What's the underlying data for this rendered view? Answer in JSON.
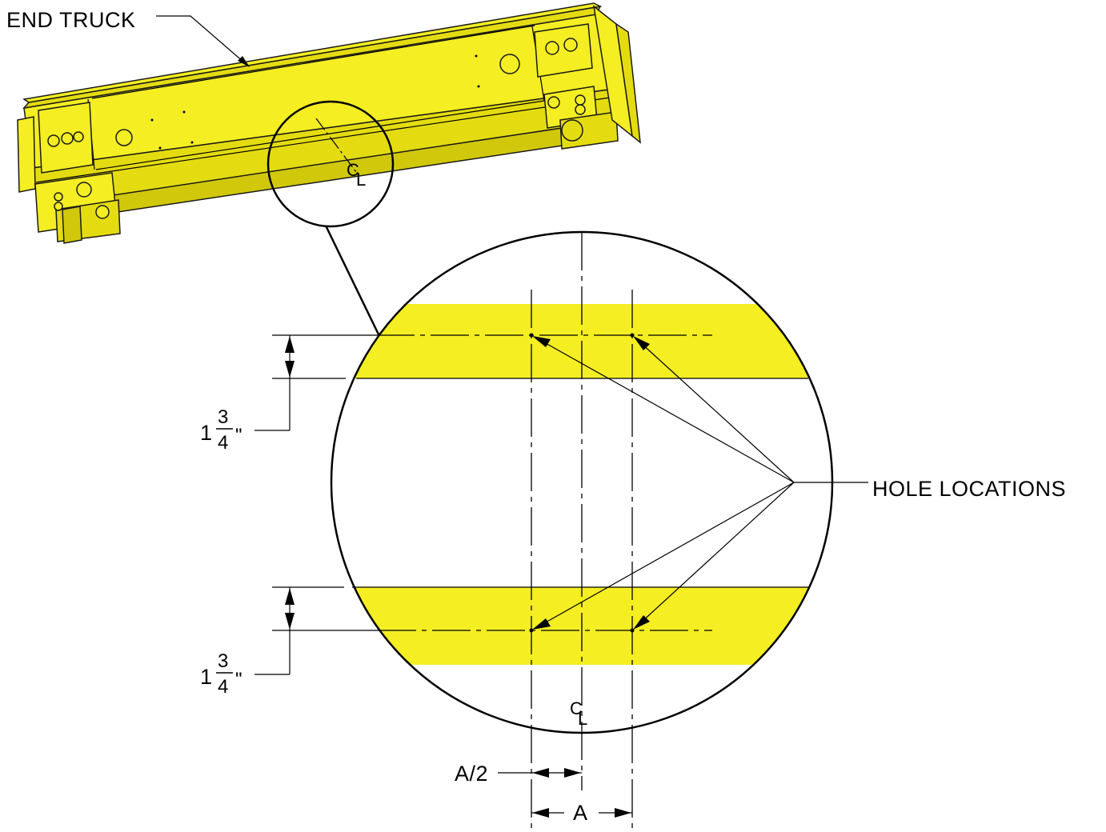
{
  "labels": {
    "end_truck": "END TRUCK",
    "hole_locations": "HOLE LOCATIONS",
    "centerline": "CL",
    "half_dim": "A/2",
    "full_dim": "A"
  },
  "dimensions": {
    "top_offset": {
      "whole": "1",
      "numerator": "3",
      "denominator": "4",
      "unit": "\""
    },
    "bottom_offset": {
      "whole": "1",
      "numerator": "3",
      "denominator": "4",
      "unit": "\""
    }
  },
  "colors": {
    "beam": "#f4ee22",
    "line": "#000000",
    "background": "#ffffff"
  },
  "icons": {
    "centerline_symbol": "centerline-icon",
    "end_truck_model": "end-truck-3d-model"
  }
}
